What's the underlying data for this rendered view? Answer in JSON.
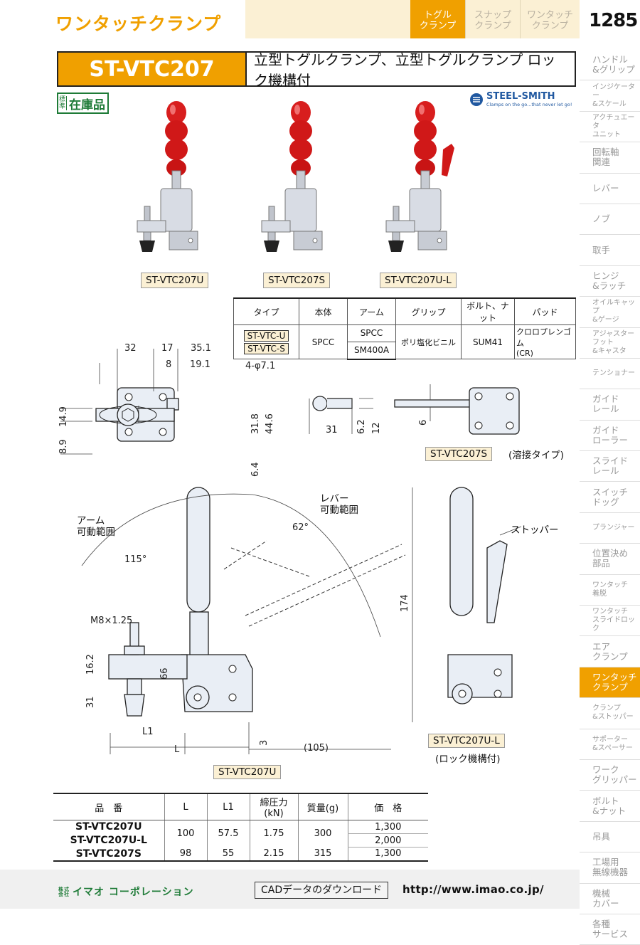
{
  "header": {
    "title": "ワンタッチクランプ",
    "page_number": "1285",
    "tabs": [
      {
        "label": "トグル\nクランプ",
        "active": true
      },
      {
        "label": "スナップ\nクランプ",
        "active": false
      },
      {
        "label": "ワンタッチ\nクランプ",
        "active": false
      }
    ],
    "accent_color": "#f0a000"
  },
  "side_nav": [
    {
      "label": "ハンドル\n&グリップ",
      "small": false
    },
    {
      "label": "インジケーター\n&スケール",
      "small": true
    },
    {
      "label": "アクチュエータ\nユニット",
      "small": true
    },
    {
      "label": "回転軸\n関連",
      "small": false
    },
    {
      "label": "レバー",
      "small": false
    },
    {
      "label": "ノブ",
      "small": false
    },
    {
      "label": "取手",
      "small": false
    },
    {
      "label": "ヒンジ\n&ラッチ",
      "small": false
    },
    {
      "label": "オイルキャップ\n&ゲージ",
      "small": true
    },
    {
      "label": "アジャスター\nフット\n&キャスタ",
      "small": true
    },
    {
      "label": "テンショナー",
      "small": true
    },
    {
      "label": "ガイド\nレール",
      "small": false
    },
    {
      "label": "ガイド\nローラー",
      "small": false
    },
    {
      "label": "スライド\nレール",
      "small": false
    },
    {
      "label": "スイッチ\nドッグ",
      "small": false
    },
    {
      "label": "プランジャー",
      "small": true
    },
    {
      "label": "位置決め\n部品",
      "small": false
    },
    {
      "label": "ワンタッチ\n着脱",
      "small": true
    },
    {
      "label": "ワンタッチ\nスライドロック",
      "small": true
    },
    {
      "label": "エア\nクランプ",
      "small": false
    },
    {
      "label": "ワンタッチ\nクランプ",
      "small": false,
      "active": true
    },
    {
      "label": "クランプ\n&ストッパー",
      "small": true
    },
    {
      "label": "サポーター\n&スペーサー",
      "small": true
    },
    {
      "label": "ワーク\nグリッパー",
      "small": false
    },
    {
      "label": "ボルト\n&ナット",
      "small": false
    },
    {
      "label": "吊具",
      "small": false
    },
    {
      "label": "工場用\n無線機器",
      "small": false
    },
    {
      "label": "機械\nカバー",
      "small": false
    },
    {
      "label": "各種\nサービス",
      "small": false
    }
  ],
  "product": {
    "code": "ST-VTC207",
    "description": "立型トグルクランプ、立型トグルクランプ ロック機構付",
    "stock_badge_mark": "標準",
    "stock_badge_text": "在庫品",
    "brand_name": "STEEL-SMITH",
    "brand_tagline": "Clamps on the go...that never let go!"
  },
  "photo_labels": [
    "ST-VTC207U",
    "ST-VTC207S",
    "ST-VTC207U-L"
  ],
  "materials": {
    "headers": [
      "タイプ",
      "本体",
      "アーム",
      "グリップ",
      "ボルト、ナット",
      "パッド"
    ],
    "types": [
      "ST-VTC-U",
      "ST-VTC-S"
    ],
    "body": "SPCC",
    "arm": [
      "SPCC",
      "SM400A"
    ],
    "grip": "ポリ塩化ビニル",
    "bolt_nut": "SUM41",
    "pad": "クロロプレンゴム\n(CR)"
  },
  "drawing": {
    "plan_dims": {
      "d32": "32",
      "d17": "17",
      "d35_1": "35.1",
      "d8": "8",
      "d19_1": "19.1",
      "hole": "4-φ7.1",
      "d14_9": "14.9",
      "d8_9": "8.9",
      "d31_8": "31.8",
      "d44_6": "44.6",
      "d6_4": "6.4"
    },
    "weld_dims": {
      "d31": "31",
      "d6_2": "6.2",
      "d12": "12",
      "d6": "6"
    },
    "weld_label": "ST-VTC207S",
    "weld_note": "(溶接タイプ)",
    "side_dims": {
      "d174": "174",
      "a62": "62°",
      "a115": "115°",
      "thread": "M8×1.25",
      "d16_2": "16.2",
      "d31": "31",
      "d66": "66",
      "L1": "L1",
      "L": "L",
      "d3": "3",
      "d105": "(105)"
    },
    "lever_range": "レバー\n可動範囲",
    "arm_range": "アーム\n可動範囲",
    "stopper": "ストッパー",
    "main_label": "ST-VTC207U",
    "lock_label": "ST-VTC207U-L",
    "lock_note": "(ロック機構付)"
  },
  "spec_table": {
    "headers": [
      "品　番",
      "L",
      "L1",
      "締圧力(kN)",
      "質量(g)",
      "価　格"
    ],
    "rows": [
      {
        "code": "ST-VTC207U",
        "price": "1,300"
      },
      {
        "code": "ST-VTC207U-L",
        "price": "2,000"
      },
      {
        "code": "ST-VTC207S",
        "price": "1,300"
      }
    ],
    "group1": {
      "L": "100",
      "L1": "57.5",
      "force": "1.75",
      "mass": "300"
    },
    "group2": {
      "L": "98",
      "L1": "55",
      "force": "2.15",
      "mass": "315"
    }
  },
  "footer": {
    "company_mark": "株式\n会社",
    "company": "イマオ コーポレーション",
    "cad_button": "CADデータのダウンロード",
    "url": "http://www.imao.co.jp/"
  }
}
